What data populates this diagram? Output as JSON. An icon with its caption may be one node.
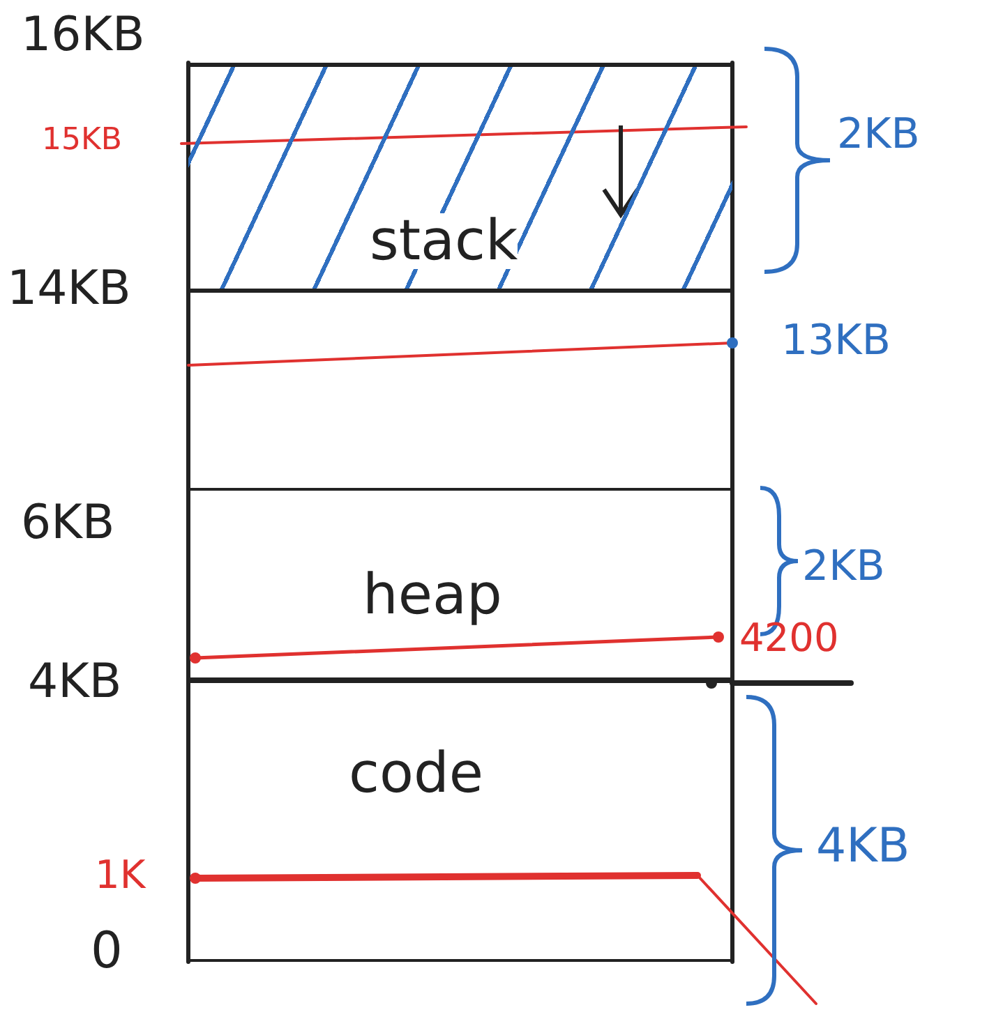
{
  "diagram": {
    "nodes": [
      {
        "text": [
          "stack"
        ]
      },
      {
        "text": [
          "heap"
        ]
      },
      {
        "text": [
          "code"
        ]
      }
    ],
    "labels": [
      "16KB",
      "15KB",
      "14KB",
      "2KB",
      "13KB",
      "6KB",
      "2KB",
      "4200",
      "4KB",
      "1K",
      "4KB",
      "0"
    ]
  }
}
